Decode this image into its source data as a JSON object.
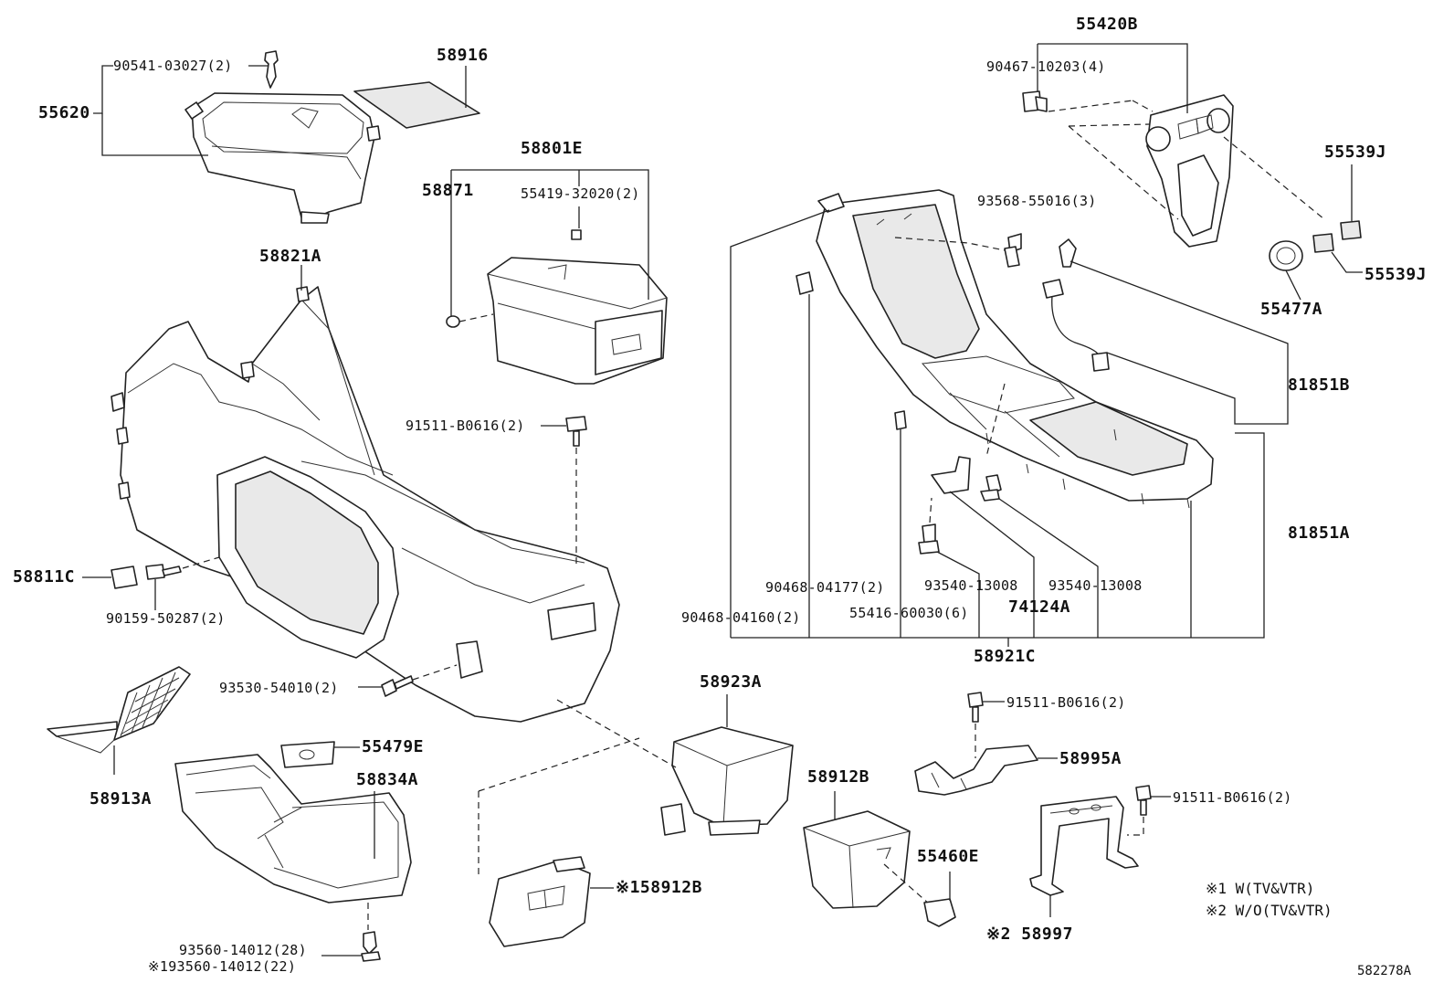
{
  "labels": {
    "p55620": "55620",
    "p90541": "90541-03027(2)",
    "p58916": "58916",
    "p58801E": "58801E",
    "p58871": "58871",
    "p55419": "55419-32020(2)",
    "p58821A": "58821A",
    "p91511a": "91511-B0616(2)",
    "p58811C": "58811C",
    "p90159": "90159-50287(2)",
    "p93530": "93530-54010(2)",
    "p58913A": "58913A",
    "p55479E": "55479E",
    "p58834A": "58834A",
    "p93560a": "93560-14012(28)",
    "p93560b": "※193560-14012(22)",
    "p58923A": "58923A",
    "p58912B_1": "※158912B",
    "p58912B": "58912B",
    "p55460E": "55460E",
    "p55420B": "55420B",
    "p90467": "90467-10203(4)",
    "p55539J_a": "55539J",
    "p55539J_b": "55539J",
    "p55477A": "55477A",
    "p93568": "93568-55016(3)",
    "p81851B": "81851B",
    "p81851A": "81851A",
    "p90468_177": "90468-04177(2)",
    "p93540a": "93540-13008",
    "p93540b": "93540-13008",
    "p55416": "55416-60030(6)",
    "p74124A": "74124A",
    "p90468_160": "90468-04160(2)",
    "p58921C": "58921C",
    "p91511b": "91511-B0616(2)",
    "p58995A": "58995A",
    "p91511c": "91511-B0616(2)",
    "p58997": "※2 58997"
  },
  "legend": {
    "note1": "※1 W(TV&VTR)",
    "note2": "※2 W/O(TV&VTR)"
  },
  "reference": "582278A"
}
